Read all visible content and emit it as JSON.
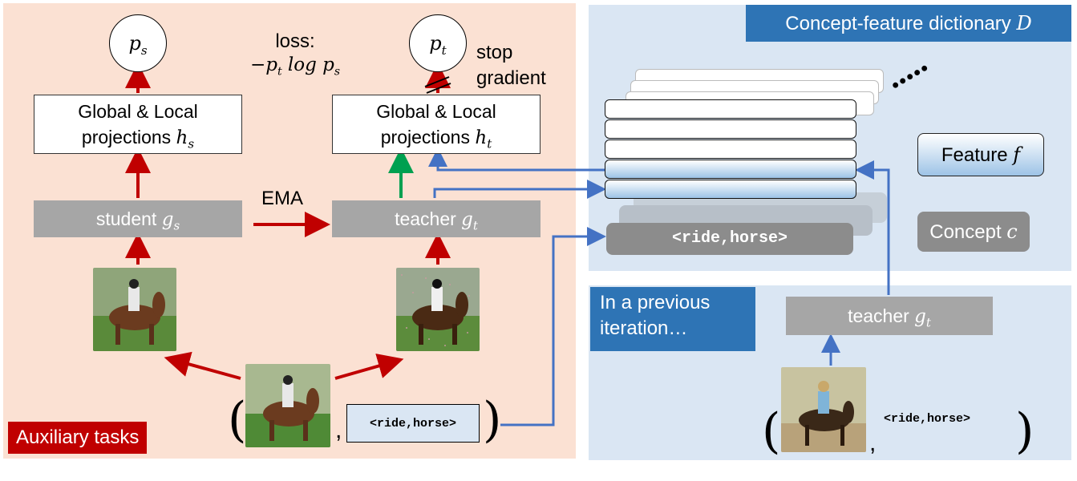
{
  "auxiliary_tag": "Auxiliary tasks",
  "left": {
    "ps_label": "p",
    "ps_sub": "s",
    "pt_label": "p",
    "pt_sub": "t",
    "loss_line1": "loss:",
    "loss_line2": "−p",
    "loss_t": "t",
    "loss_log": "log p",
    "loss_s": "s",
    "stop_gradient": "stop gradient",
    "proj_s_line1": "Global & Local",
    "proj_s_line2": "projections ",
    "proj_s_h": "h",
    "proj_s_sub": "s",
    "proj_t_line1": "Global & Local",
    "proj_t_line2": "projections ",
    "proj_t_h": "h",
    "proj_t_sub": "t",
    "student": "student ",
    "student_g": "g",
    "student_sub": "s",
    "teacher": "teacher ",
    "teacher_g": "g",
    "teacher_sub": "t",
    "ema": "EMA",
    "concept_input": "<ride,horse>"
  },
  "right": {
    "dict_title": "Concept-feature dictionary ",
    "dict_D": "D",
    "dots": "•••••",
    "feature_label": "Feature ",
    "feature_f": "f",
    "concept_label": "Concept ",
    "concept_c": "c",
    "concept_row": "<ride,horse>",
    "prev_iter_line1": "In a previous",
    "prev_iter_line2": "iteration…",
    "teacher": "teacher ",
    "teacher_g": "g",
    "teacher_sub": "t",
    "concept_input": "<ride,horse>"
  },
  "colors": {
    "red_arrow": "#c00000",
    "blue_arrow": "#4472c4",
    "green_arrow": "#00a050"
  }
}
